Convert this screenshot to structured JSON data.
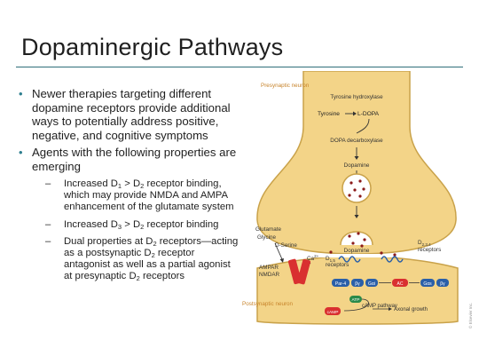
{
  "slide": {
    "title": "Dopaminergic Pathways",
    "bullets": [
      {
        "text": "Newer therapies targeting different dopamine receptors provide additional ways to potentially address positive, negative, and cognitive symptoms"
      },
      {
        "text": "Agents with the following properties are emerging"
      }
    ],
    "sub_bullets": [
      {
        "a": "Increased D",
        "s1": "1",
        "b": " > D",
        "s2": "2",
        "c": " receptor binding, which may provide NMDA and AMPA enhancement of the glutamate system"
      },
      {
        "a": "Increased D",
        "s1": "3",
        "b": " > D",
        "s2": "2",
        "c": " receptor binding"
      },
      {
        "a": "Dual properties at D",
        "s1": "2",
        "b": " receptors—acting as a postsynaptic D",
        "s2": "2",
        "c": " receptor antagonist as well as a partial agonist at presynaptic D",
        "s3": "2",
        "d": " receptors"
      }
    ]
  },
  "diagram": {
    "presynaptic": "Presynaptic neuron",
    "postsynaptic": "Postsynaptic neuron",
    "tyrosine_hydroxylase": "Tyrosine hydroxylase",
    "tyrosine": "Tyrosine",
    "ldopa": "L-DOPA",
    "dopa_decarboxylase": "DOPA decarboxylase",
    "dopamine_top": "Dopamine",
    "glutamate": "Glutamate",
    "glycine": "Glycine",
    "dserine": "D-Serine",
    "ca": "Ca",
    "ca_sup": "2+",
    "dopamine_cleft": "Dopamine",
    "d15": "D",
    "d15_sub": "1,5",
    "d15_tail": " receptors",
    "d234": "D",
    "d234_sub": "2,3,4",
    "d234_tail": " receptors",
    "ampar": "AMPAR",
    "nmdar": "NMDAR",
    "pka": "Par-4",
    "gby": "βγ",
    "gai": "Gαi",
    "ac": "AC",
    "gas": "Gαs",
    "gby2": "βγ",
    "atp": "ATP",
    "camp": "cAMP",
    "camp_pathway": "cAMP pathway",
    "axonal_growth": "Axonal growth",
    "copyright": "© Elsevier Inc."
  },
  "colors": {
    "accent": "#2f7f8f",
    "neuron_fill": "#f3d488",
    "neuron_stroke": "#c9a24a",
    "vesicle": "#8b1a1a",
    "receptor_red": "#d93030",
    "membrane_blue": "#2a5fa8",
    "label_blue": "#3d4f96",
    "neuron_label": "#c7832a"
  }
}
